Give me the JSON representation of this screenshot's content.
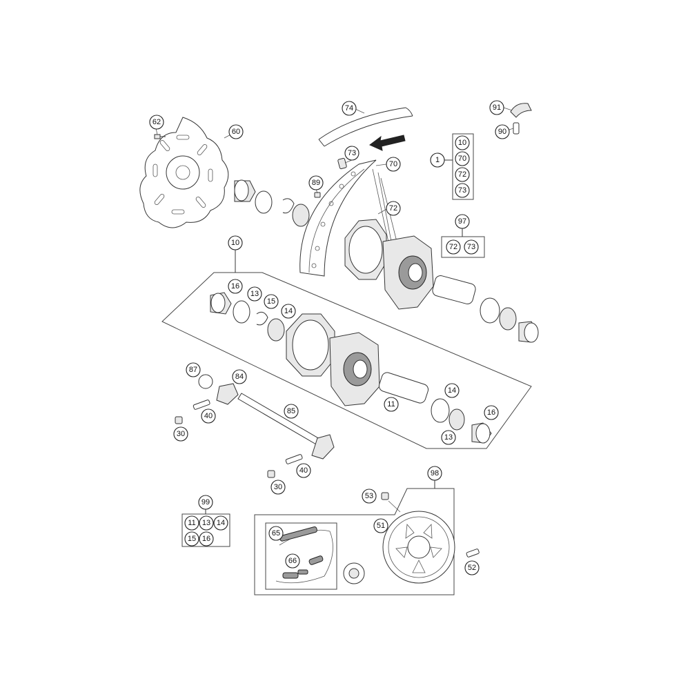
{
  "callouts": {
    "c62": "62",
    "c60": "60",
    "c74": "74",
    "c91": "91",
    "c90": "90",
    "c73a": "73",
    "c70a": "70",
    "c89": "89",
    "c72a": "72",
    "c1": "1",
    "k1_10": "10",
    "k1_70": "70",
    "k1_72": "72",
    "k1_73": "73",
    "c97": "97",
    "k97_72": "72",
    "k97_73": "73",
    "c10": "10",
    "c16a": "16",
    "c13a": "13",
    "c15": "15",
    "c14a": "14",
    "c87": "87",
    "c84": "84",
    "c40a": "40",
    "c30a": "30",
    "c85": "85",
    "c11": "11",
    "c14b": "14",
    "c16b": "16",
    "c13b": "13",
    "c40b": "40",
    "c30b": "30",
    "c98": "98",
    "c53": "53",
    "c51": "51",
    "c65": "65",
    "c66": "66",
    "c52": "52",
    "c99": "99",
    "k99_11": "11",
    "k99_13": "13",
    "k99_14": "14",
    "k99_15": "15",
    "k99_16": "16"
  },
  "icons": [
    "direction-arrow-icon",
    "valve-cap-icon"
  ]
}
